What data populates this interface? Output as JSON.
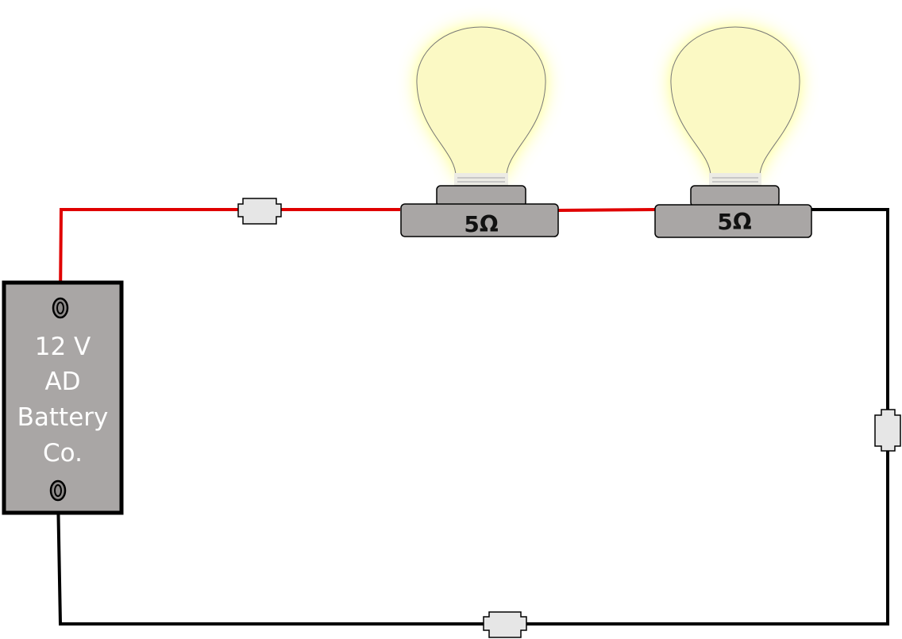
{
  "battery": {
    "label_lines": [
      "12 V",
      "AD",
      "Battery",
      "Co."
    ]
  },
  "bulbs": [
    {
      "resistance_label": "5Ω"
    },
    {
      "resistance_label": "5Ω"
    }
  ],
  "colors": {
    "live_wire": "#e00000",
    "return_wire": "#000000",
    "battery_body": "#a9a6a5",
    "socket": "#a9a6a5",
    "bulb_fill": "#fbf9c4",
    "bulb_glow": "#ffff66",
    "connector": "#e6e6e6"
  },
  "icons": [
    "battery-icon",
    "light-bulb-icon",
    "wire-connector-icon"
  ]
}
